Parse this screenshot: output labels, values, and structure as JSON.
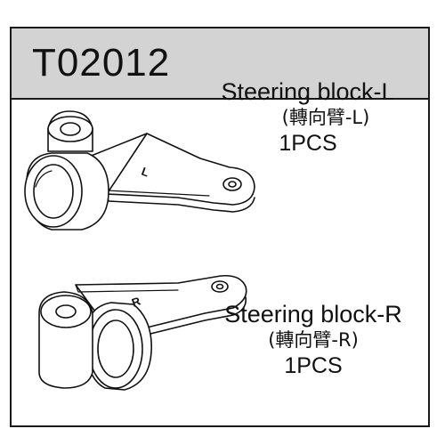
{
  "header": {
    "part_number": "T02012"
  },
  "parts": [
    {
      "name": "Steering block-L",
      "chinese_name": "(轉向臂-L)",
      "quantity": "1PCS",
      "marking": "L"
    },
    {
      "name": "Steering block-R",
      "chinese_name": "(轉向臂-R)",
      "quantity": "1PCS",
      "marking": "R"
    }
  ]
}
